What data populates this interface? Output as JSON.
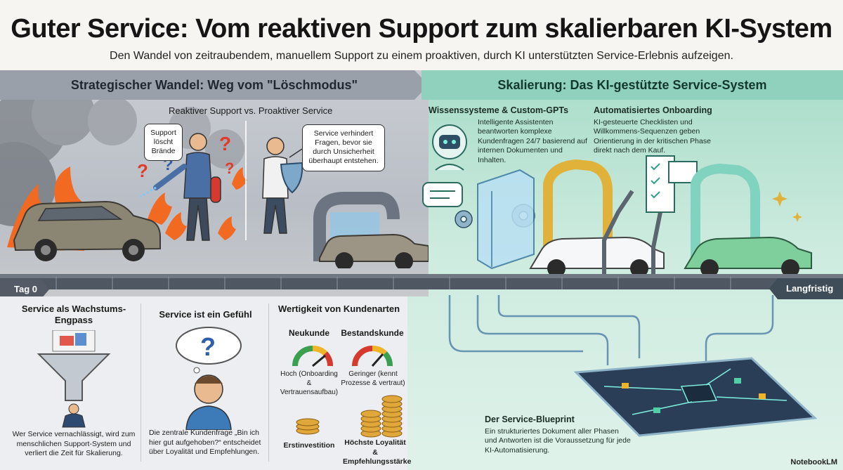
{
  "header": {
    "title": "Guter Service: Vom reaktiven Support zum skalierbaren KI-System",
    "subtitle": "Den Wandel von zeitraubendem, manuellem Support zu einem proaktiven, durch KI unterstützten Service-Erlebnis aufzeigen."
  },
  "left": {
    "banner": "Strategischer Wandel: Weg vom \"Löschmodus\"",
    "compare_heading": "Reaktiver Support vs. Proaktiver Service",
    "bubble_fire": "Support löscht Brände",
    "bubble_shield": "Service verhindert Fragen, bevor sie durch Unsicherheit überhaupt entstehen.",
    "tag_start": "Tag 0"
  },
  "right": {
    "banner": "Skalierung: Das KI-gestützte Service-System",
    "knowledge_title": "Wissenssysteme & Custom-GPTs",
    "knowledge_text": "Intelligente Assistenten beantworten komplexe Kundenfragen 24/7 basierend auf internen Dokumenten und Inhalten.",
    "onboarding_title": "Automatisiertes Onboarding",
    "onboarding_text": "KI-gesteuerte Checklisten und Willkommens-Sequenzen geben Orientierung in der kritischen Phase direkt nach dem Kauf.",
    "tag_end": "Langfristig",
    "blueprint_title": "Der Service-Blueprint",
    "blueprint_text": "Ein strukturiertes Dokument aller Phasen und Antworten ist die Voraussetzung für jede KI-Automatisierung."
  },
  "cards": {
    "growth_title": "Service als Wachstums-Engpass",
    "growth_text": "Wer Service vernachlässigt, wird zum menschlichen Support-System und verliert die Zeit für Skalierung.",
    "feeling_title": "Service ist ein Gefühl",
    "feeling_text": "Die zentrale Kundenfrage „Bin ich hier gut aufgehoben?“ entscheidet über Loyalität und Empfehlungen.",
    "value_title": "Wertigkeit von Kundenarten",
    "new_label": "Neukunde",
    "new_gauge": "Hoch (Onboarding & Vertrauensaufbau)",
    "new_cost": "Erstinvestition",
    "existing_label": "Bestandskunde",
    "existing_gauge": "Geringer (kennt Prozesse & vertraut)",
    "existing_value": "Höchste Loyalität & Empfehlungsstärke"
  },
  "brand": "NotebookLM",
  "colors": {
    "left_bg": "#c3c7ce",
    "right_bg": "#bfe6d8",
    "fire": "#f26a21",
    "accent_teal": "#2fa38a"
  }
}
